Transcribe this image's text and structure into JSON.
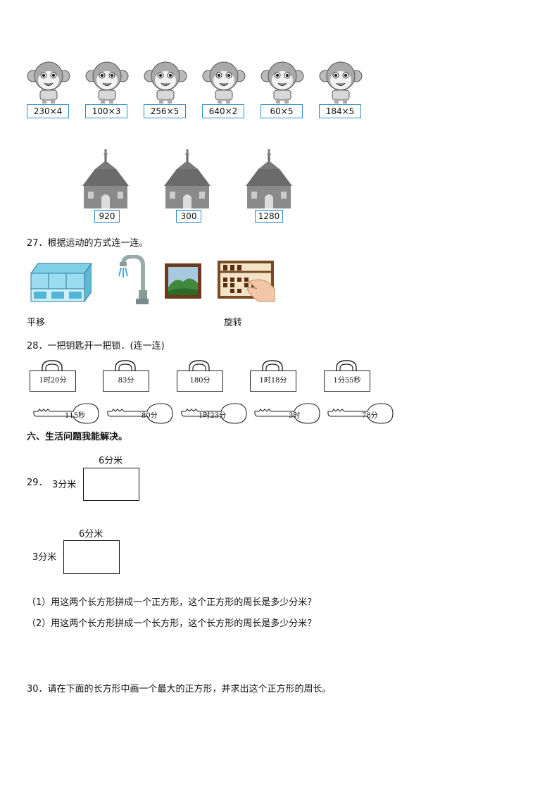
{
  "monkeys": [
    "230×4",
    "100×3",
    "256×5",
    "640×2",
    "60×5",
    "184×5"
  ],
  "houses": [
    "920",
    "300",
    "1280"
  ],
  "q27": {
    "title": "27．根据运动的方式连一连。",
    "left_label": "平移",
    "right_label": "旋转"
  },
  "q28": {
    "title": "28．一把钥匙开一把锁．(连一连)",
    "locks": [
      "1时20分",
      "83分",
      "180分",
      "1时18分",
      "1分55秒"
    ],
    "keys": [
      "115秒",
      "80分",
      "1时23分",
      "3时",
      "78分"
    ]
  },
  "section6": {
    "title": "六、生活问题我能解决。"
  },
  "q29": {
    "number": "29．",
    "rect_width_label": "6分米",
    "rect_height_label": "3分米",
    "q1": "（1）用这两个长方形拼成一个正方形，这个正方形的周长是多少分米？",
    "q2": "（2）用这两个长方形拼成一个长方形，这个长方形的周长是多少分米？"
  },
  "q30": {
    "title": "30．请在下面的长方形中画一个最大的正方形，并求出这个正方形的周长。"
  }
}
